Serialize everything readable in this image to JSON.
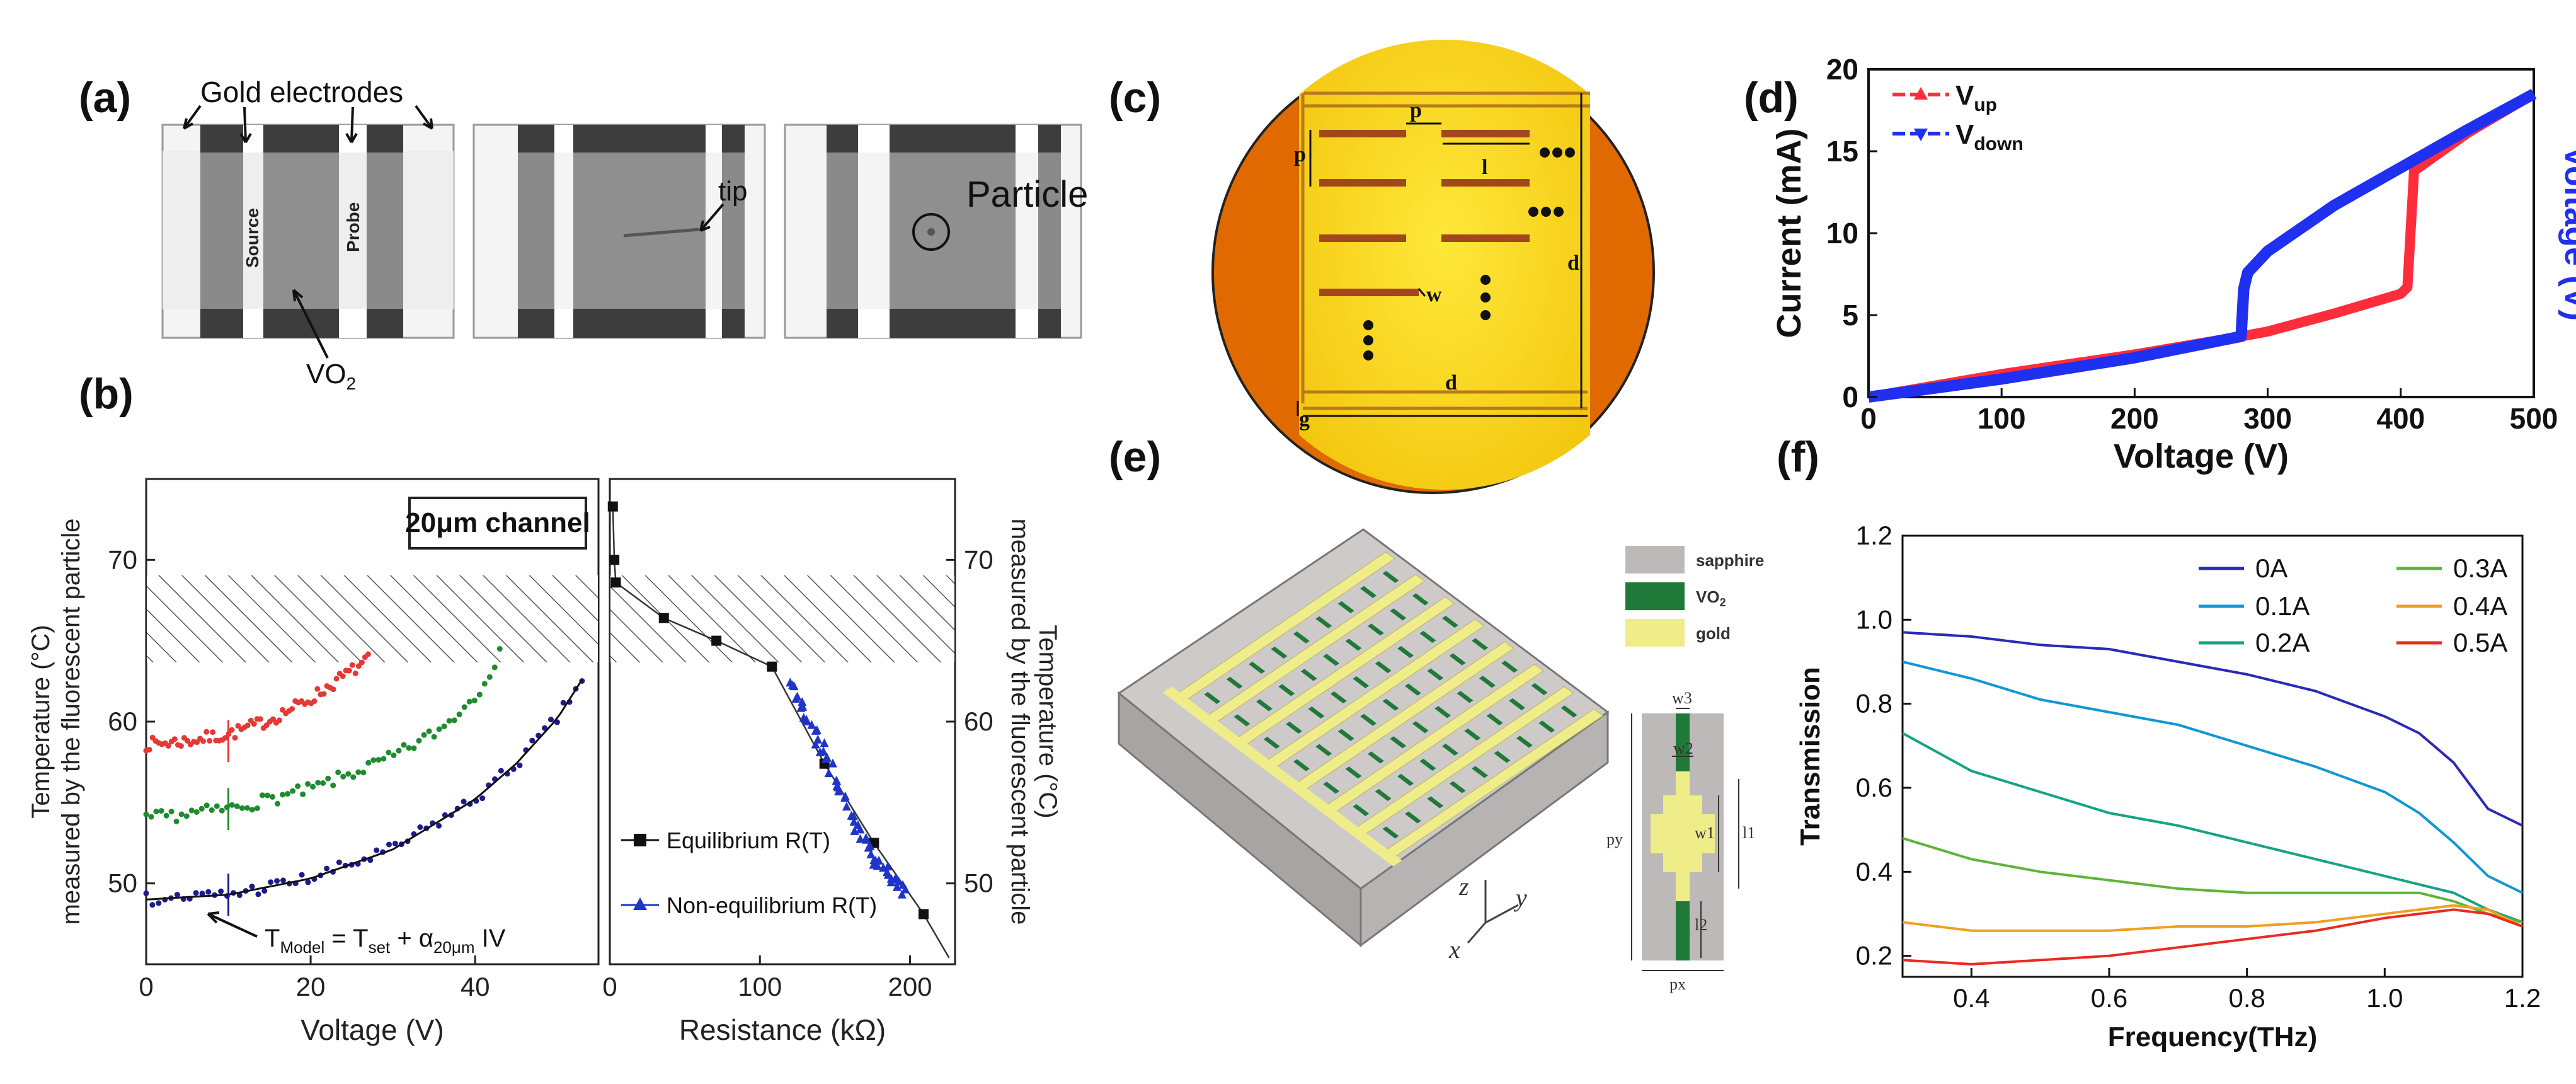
{
  "panel_labels": [
    "(a)",
    "(b)",
    "(c)",
    "(d)",
    "(e)",
    "(f)"
  ],
  "panel_a": {
    "gold_electrodes": "Gold electrodes",
    "source": "Source",
    "probe": "Probe",
    "vo2": "VO",
    "vo2_sub": "2",
    "tip": "tip",
    "particle": "Particle"
  },
  "panel_b": {
    "channel_label": "20μm channel",
    "formula": {
      "t": "T",
      "model_sub": "Model",
      "eq": " = T",
      "set_sub": "set",
      "plus": " + α",
      "a_sub": "20μm",
      "iv": " IV"
    },
    "colors": {
      "red": "#e53935",
      "green": "#1e8c2c",
      "blue": "#1d1b8c",
      "fit": "#111111"
    }
  },
  "panel_c": {
    "labels": {
      "p_top": "p",
      "p_left": "p",
      "l": "l",
      "w": "w",
      "d_right": "d",
      "d_bottom": "d",
      "g": "g"
    },
    "colors": {
      "outer": "#e06a00",
      "square": "#f5d10f",
      "bar": "#a2461c"
    }
  },
  "panel_e": {
    "legend": [
      "sapphire",
      "VO",
      "gold"
    ],
    "vo2_sub": "2",
    "dims": [
      "w3",
      "w2",
      "w1",
      "l1",
      "l2",
      "py",
      "px"
    ],
    "axes": [
      "z",
      "y",
      "x"
    ],
    "colors": {
      "sapphire": "#bdb9b9",
      "vo2": "#1f7a3a",
      "gold": "#efec8a"
    }
  },
  "chart_data": [
    {
      "panel": "(b-left)",
      "type": "scatter",
      "xlabel": "Voltage (V)",
      "ylabel": [
        "Temperature (°C)",
        "measured by the fluorescent particle"
      ],
      "xlim": [
        0,
        55
      ],
      "ylim": [
        45,
        75
      ],
      "xticks": [
        "0",
        "20",
        "40"
      ],
      "yticks": [
        "50",
        "60",
        "70"
      ],
      "hatched_band": [
        63.3,
        68.6
      ],
      "series": [
        {
          "color": "red",
          "x": [
            0,
            5,
            10,
            15,
            20,
            24,
            27
          ],
          "y": [
            58.6,
            58.8,
            59.2,
            60.1,
            61.4,
            62.8,
            63.8
          ]
        },
        {
          "color": "green",
          "x": [
            0,
            10,
            20,
            30,
            36,
            40,
            43
          ],
          "y": [
            54.0,
            54.6,
            55.8,
            57.8,
            59.6,
            61.6,
            64.2
          ]
        },
        {
          "color": "blue",
          "x": [
            0,
            10,
            20,
            30,
            40,
            45,
            50,
            53
          ],
          "y": [
            49.0,
            49.3,
            50.3,
            52.1,
            55.2,
            57.4,
            60.2,
            62.6
          ]
        }
      ]
    },
    {
      "panel": "(b-right)",
      "type": "scatter",
      "xlabel": "Resistance (kΩ)",
      "ylabel": [
        "Temperature (°C)",
        "measured by the fluorescent particle"
      ],
      "xlim": [
        0,
        230
      ],
      "ylim": [
        45,
        75
      ],
      "xticks": [
        "0",
        "100",
        "200"
      ],
      "yticks": [
        "50",
        "60",
        "70"
      ],
      "hatched_band": [
        63.3,
        68.6
      ],
      "series": [
        {
          "name": "Equilibrium R(T)",
          "color": "#111111",
          "marker": "square",
          "x": [
            2,
            3,
            4,
            36,
            71,
            108,
            143,
            176,
            209
          ],
          "y": [
            73.3,
            70.0,
            68.6,
            66.4,
            65.0,
            63.4,
            57.4,
            52.5,
            48.1
          ]
        },
        {
          "name": "Non-equilibrium R(T)",
          "color": "#1f35c8",
          "marker": "triangle",
          "x": [
            120,
            126,
            132,
            138,
            144,
            150,
            156,
            162,
            168,
            174,
            180,
            186,
            192,
            197
          ],
          "y": [
            62.4,
            61.3,
            60.1,
            59.0,
            57.8,
            56.5,
            55.3,
            54.0,
            52.9,
            51.9,
            51.1,
            50.4,
            49.9,
            49.5
          ]
        }
      ]
    },
    {
      "panel": "(d)",
      "type": "line",
      "xlabel": "Voltage (V)",
      "ylabel": "Current (mA)",
      "ylabel_right": "Voltage (V)",
      "xlim": [
        0,
        500
      ],
      "ylim": [
        0,
        20
      ],
      "xticks": [
        "0",
        "100",
        "200",
        "300",
        "400",
        "500"
      ],
      "yticks": [
        "0",
        "5",
        "10",
        "15",
        "20"
      ],
      "series": [
        {
          "name": "V",
          "sub": "up",
          "color": "#ff2d3c",
          "x": [
            0,
            100,
            200,
            280,
            300,
            350,
            400,
            405,
            410,
            450,
            500
          ],
          "y": [
            0,
            1.4,
            2.6,
            3.7,
            4.0,
            5.1,
            6.3,
            6.7,
            13.8,
            16.1,
            18.5
          ]
        },
        {
          "name": "V",
          "sub": "down",
          "color": "#2030f0",
          "x": [
            500,
            450,
            400,
            350,
            300,
            285,
            282,
            280,
            200,
            100,
            0
          ],
          "y": [
            18.5,
            16.3,
            14.0,
            11.7,
            8.9,
            7.6,
            6.6,
            3.7,
            2.4,
            1.1,
            0
          ]
        }
      ]
    },
    {
      "panel": "(f)",
      "type": "line",
      "xlabel": "Frequency(THz)",
      "ylabel": "Transmission",
      "xlim": [
        0.3,
        1.2
      ],
      "ylim": [
        0.15,
        1.2
      ],
      "xticks": [
        "0.4",
        "0.6",
        "0.8",
        "1.0",
        "1.2"
      ],
      "yticks": [
        "0.2",
        "0.4",
        "0.6",
        "0.8",
        "1.0",
        "1.2"
      ],
      "x": [
        0.3,
        0.4,
        0.5,
        0.6,
        0.7,
        0.8,
        0.9,
        1.0,
        1.05,
        1.1,
        1.15,
        1.2
      ],
      "series": [
        {
          "name": "0A",
          "color": "#2a2ab8",
          "values": [
            0.97,
            0.96,
            0.94,
            0.93,
            0.9,
            0.87,
            0.83,
            0.77,
            0.73,
            0.66,
            0.55,
            0.51
          ]
        },
        {
          "name": "0.1A",
          "color": "#1296d6",
          "values": [
            0.9,
            0.86,
            0.81,
            0.78,
            0.75,
            0.7,
            0.65,
            0.59,
            0.54,
            0.47,
            0.39,
            0.35
          ]
        },
        {
          "name": "0.2A",
          "color": "#17a383",
          "values": [
            0.73,
            0.64,
            0.59,
            0.54,
            0.51,
            0.47,
            0.43,
            0.39,
            0.37,
            0.35,
            0.31,
            0.28
          ]
        },
        {
          "name": "0.3A",
          "color": "#5fb33a",
          "values": [
            0.48,
            0.43,
            0.4,
            0.38,
            0.36,
            0.35,
            0.35,
            0.35,
            0.35,
            0.33,
            0.3,
            0.28
          ]
        },
        {
          "name": "0.4A",
          "color": "#f0a020",
          "values": [
            0.28,
            0.26,
            0.26,
            0.26,
            0.27,
            0.27,
            0.28,
            0.3,
            0.31,
            0.32,
            0.31,
            0.27
          ]
        },
        {
          "name": "0.5A",
          "color": "#ea2b22",
          "values": [
            0.19,
            0.18,
            0.19,
            0.2,
            0.22,
            0.24,
            0.26,
            0.29,
            0.3,
            0.31,
            0.3,
            0.27
          ]
        }
      ]
    }
  ]
}
